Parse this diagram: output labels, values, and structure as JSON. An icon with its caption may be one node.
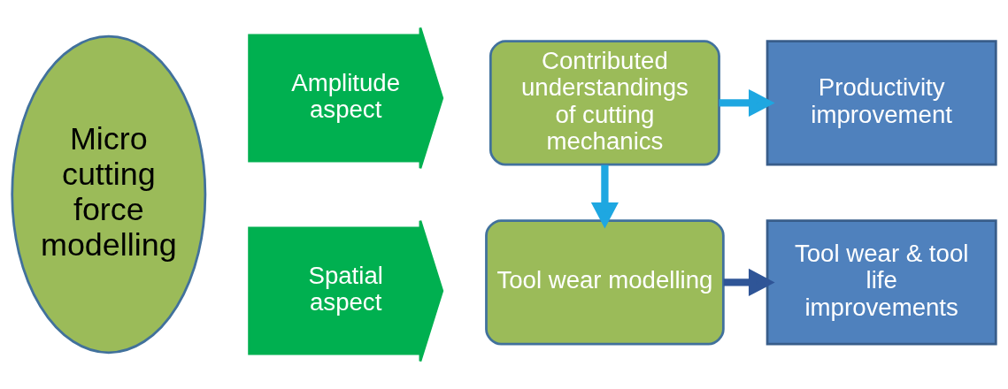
{
  "diagram": {
    "nodes": [
      {
        "text": [
          "Micro cutting force modelling"
        ]
      },
      {
        "text": [
          "Amplitude aspect"
        ]
      },
      {
        "text": [
          "Contributed understandings of cutting mechanics"
        ]
      },
      {
        "text": [
          "Productivity improvement"
        ]
      },
      {
        "text": [
          "Spatial aspect"
        ]
      },
      {
        "text": [
          "Tool wear modelling"
        ]
      },
      {
        "text": [
          "Tool wear & tool life improvements"
        ]
      }
    ],
    "edges": [
      {
        "from": 2,
        "to": 3,
        "arrow": "to"
      },
      {
        "from": 2,
        "to": 5,
        "arrow": "to"
      },
      {
        "from": 5,
        "to": 6,
        "arrow": "to",
        "color": "#2f5597"
      }
    ]
  }
}
